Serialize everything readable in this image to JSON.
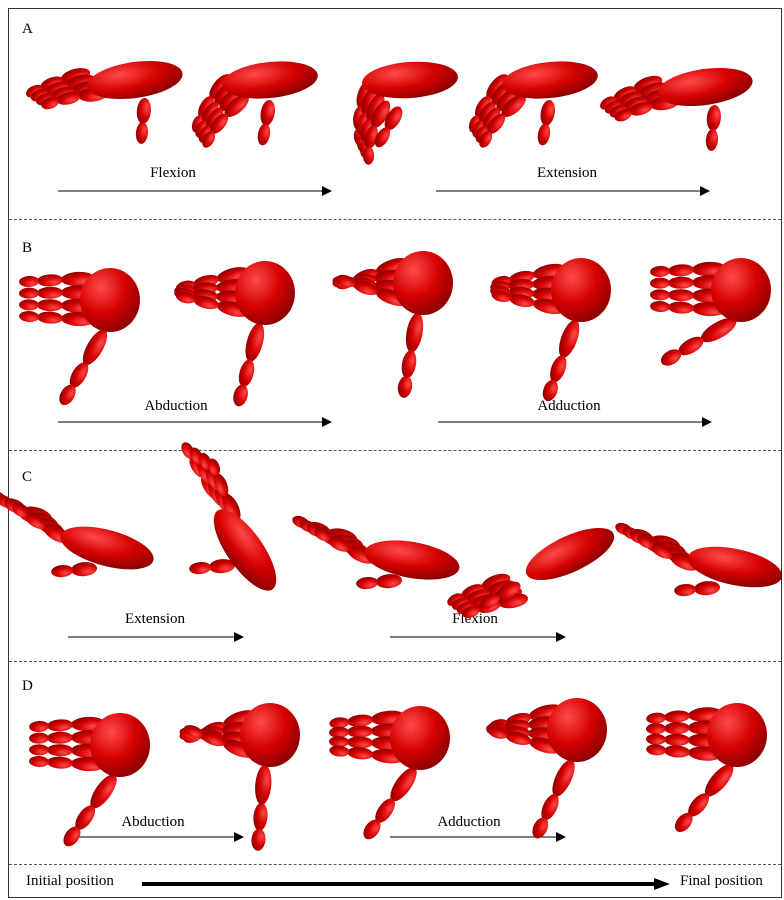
{
  "figure": {
    "hand_color": "#d40000",
    "hand_highlight": "#ff4a4a",
    "hand_shadow": "#8a0000",
    "panels": [
      {
        "letter": "A",
        "view": "side",
        "motions": [
          {
            "label": "Flexion"
          },
          {
            "label": "Extension"
          }
        ]
      },
      {
        "letter": "B",
        "view": "palm",
        "motions": [
          {
            "label": "Abduction"
          },
          {
            "label": "Adduction"
          }
        ]
      },
      {
        "letter": "C",
        "view": "side",
        "motions": [
          {
            "label": "Extension"
          },
          {
            "label": "Flexion"
          }
        ]
      },
      {
        "letter": "D",
        "view": "palm",
        "motions": [
          {
            "label": "Abduction"
          },
          {
            "label": "Adduction"
          }
        ]
      }
    ],
    "footer": {
      "initial_label": "Initial position",
      "final_label": "Final position"
    }
  }
}
